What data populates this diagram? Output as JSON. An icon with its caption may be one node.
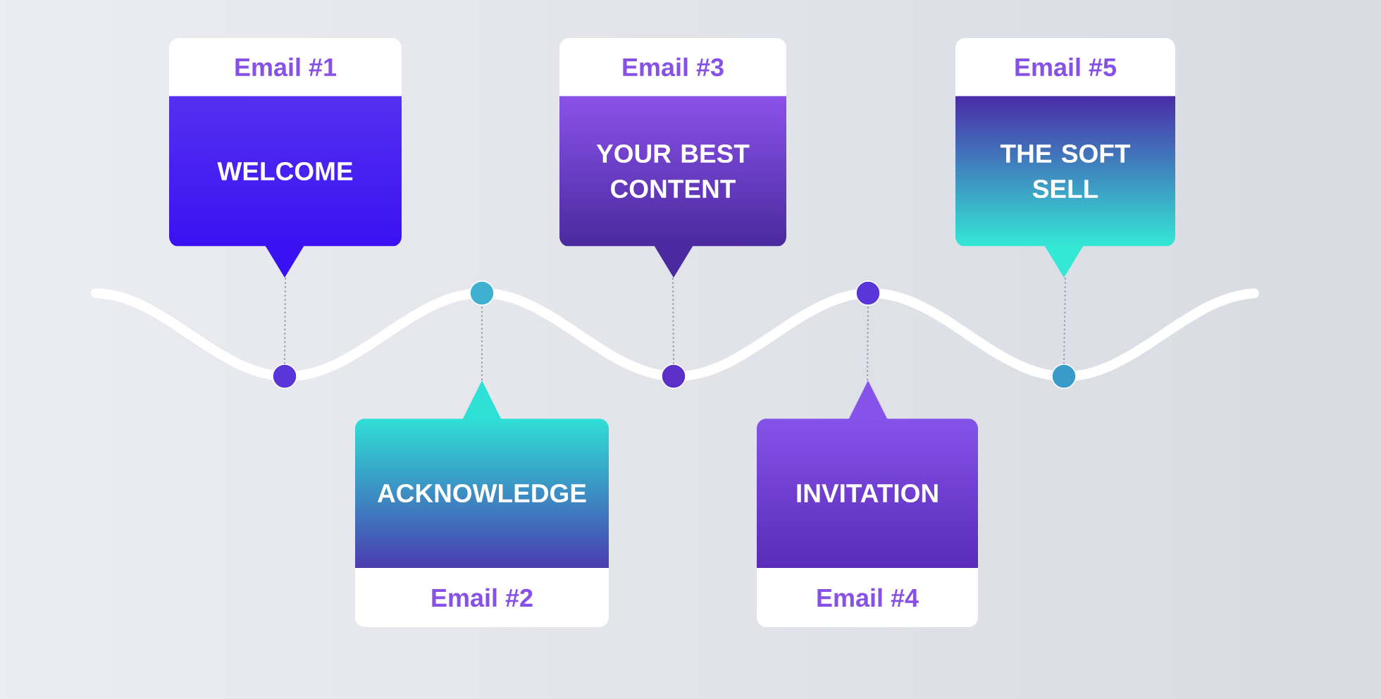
{
  "diagram": {
    "nodes": [
      {
        "text": [
          "Email #1",
          "WELCOME"
        ]
      },
      {
        "text": [
          "ACKNOWLEDGE",
          "Email #2"
        ]
      },
      {
        "text": [
          "Email #3",
          "YOUR BEST CONTENT"
        ]
      },
      {
        "text": [
          "INVITATION",
          "Email #4"
        ]
      },
      {
        "text": [
          "Email #5",
          "THE SOFT SELL"
        ]
      },
      {
        "text": [],
        "shape": "circle"
      },
      {
        "text": [],
        "shape": "circle"
      },
      {
        "text": [],
        "shape": "circle"
      },
      {
        "text": [],
        "shape": "circle"
      },
      {
        "text": [],
        "shape": "circle"
      }
    ],
    "edges": [
      {
        "from": 0,
        "to": 5,
        "arrow": "none"
      },
      {
        "from": 1,
        "to": 6,
        "arrow": "none"
      },
      {
        "from": 2,
        "to": 7,
        "arrow": "none"
      },
      {
        "from": 3,
        "to": 8,
        "arrow": "none"
      },
      {
        "from": 4,
        "to": 9,
        "arrow": "none"
      }
    ]
  }
}
